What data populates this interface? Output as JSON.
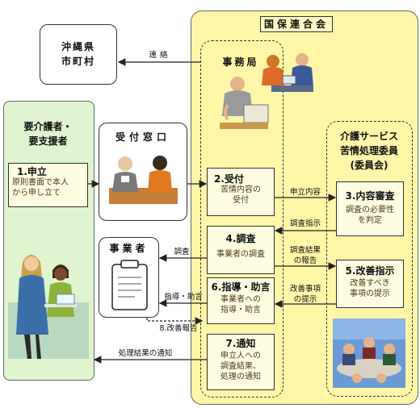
{
  "federation": {
    "title": "国保連合会"
  },
  "office": {
    "label": "事務局"
  },
  "municipal": {
    "line1": "沖縄県",
    "line2": "市町村"
  },
  "renraku": "連絡",
  "applicant": {
    "line1": "要介護者・",
    "line2": "要支援者"
  },
  "apply": {
    "number_label": "1.申立",
    "text1": "原則書面で本人",
    "text2": "から申し立て"
  },
  "reception_window": {
    "label": "受付窓口"
  },
  "step2": {
    "title": "2.受付",
    "text1": "苦情内容の",
    "text2": "受付"
  },
  "step3": {
    "title": "3.内容審査",
    "text1": "調査の必要性",
    "text2": "を判定"
  },
  "step4": {
    "title": "4.調査",
    "text1": "事業者の調査"
  },
  "step5": {
    "title": "5.改善指示",
    "text1": "改善すべき",
    "text2": "事項の提示"
  },
  "step6": {
    "title": "6.指導・助言",
    "text1": "事業者への",
    "text2": "指導・助言"
  },
  "step7": {
    "title": "7.通知",
    "text1": "申立人への",
    "text2": "調査結果、",
    "text3": "処理の通知"
  },
  "committee": {
    "line1": "介護サービス",
    "line2": "苦情処理委員",
    "line3": "(委員会)"
  },
  "provider": {
    "label": "事業者"
  },
  "arrows": {
    "shinritsu_naiyo": "申立内容",
    "chosa_shiji": "調査指示",
    "chosa_kekka1": "調査結果",
    "chosa_kekka2": "の報告",
    "kaizen_jiko1": "改善事項",
    "kaizen_jiko2": "の提示",
    "chosa": "調査",
    "shido_jogen": "指導・助言",
    "kaizen_hokoku": "8.改善報告",
    "tsuchi": "処理結果の通知"
  }
}
